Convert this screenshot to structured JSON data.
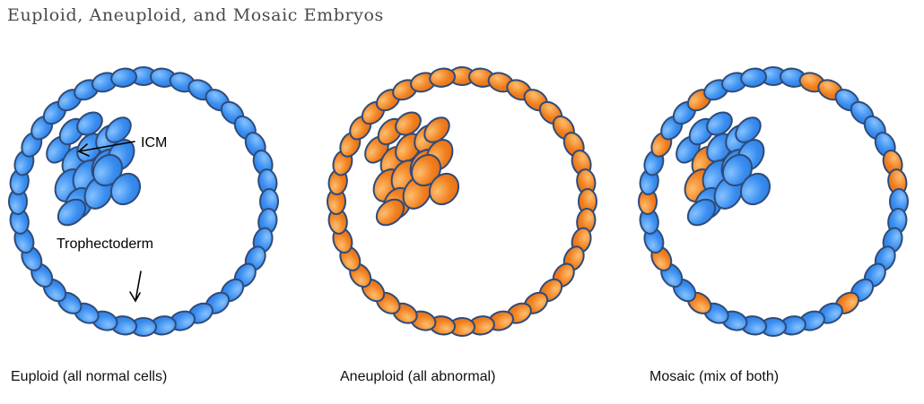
{
  "title": "Euploid, Aneuploid, and Mosaic Embryos",
  "labels": {
    "icm": "ICM",
    "trophectoderm": "Trophectoderm"
  },
  "colors": {
    "normal_fill": "#3a8ef0",
    "normal_highlight": "#86c2ff",
    "abnormal_fill": "#f07f1f",
    "abnormal_highlight": "#ffbe6e",
    "cell_outline": "#2f4b78"
  },
  "embryos": [
    {
      "caption": "Euploid (all normal cells)",
      "type": "euploid"
    },
    {
      "caption": "Aneuploid (all abnormal)",
      "type": "aneuploid"
    },
    {
      "caption": "Mosaic (mix of both)",
      "type": "mosaic"
    }
  ]
}
